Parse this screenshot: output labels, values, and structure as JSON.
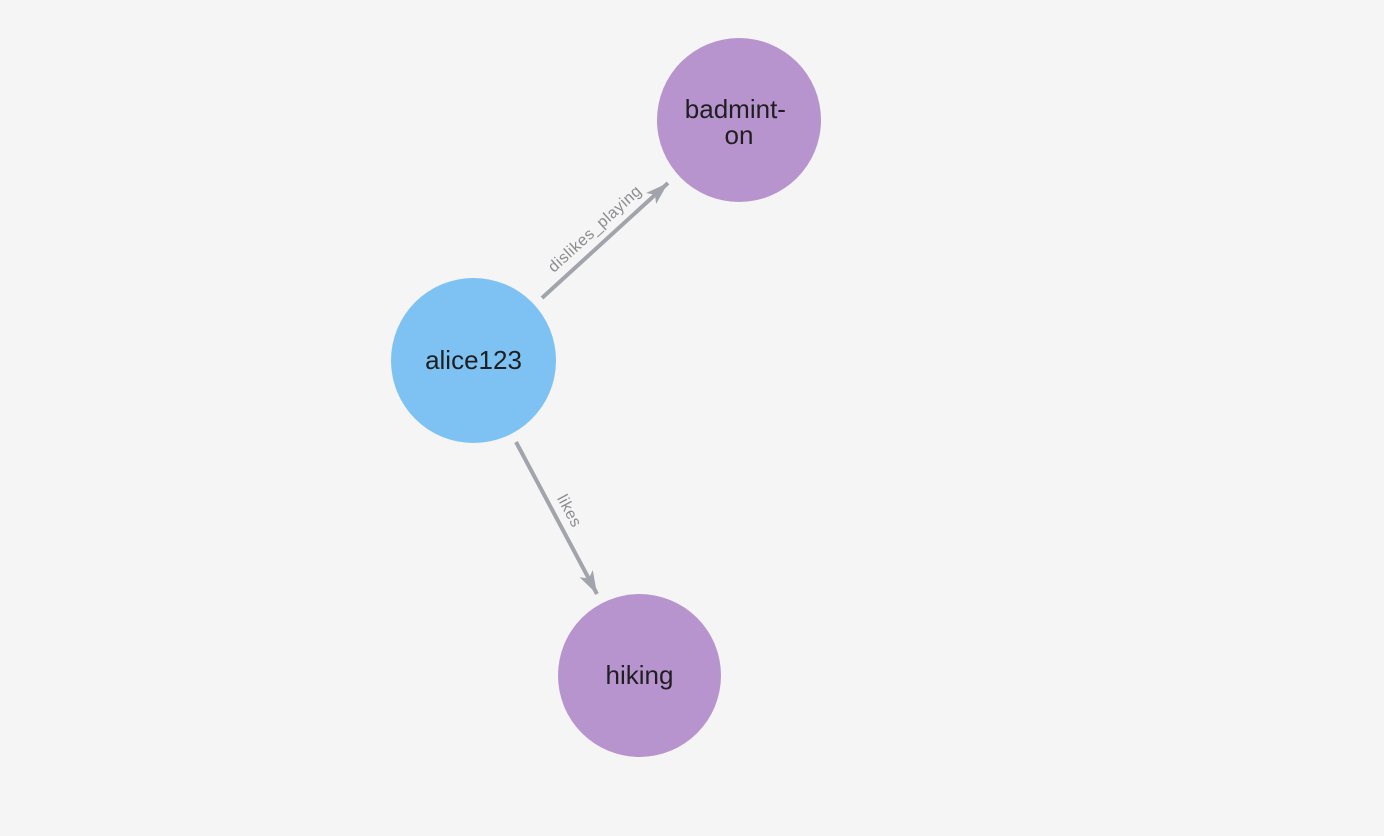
{
  "canvas": {
    "background": "#f4f5f4"
  },
  "graph": {
    "node_label_color": "#1f1f21",
    "edge_color": "#a1a5ab",
    "edge_label_color": "#8c8c90",
    "nodes": [
      {
        "id": "alice123",
        "label": "alice123",
        "color": "#7dc2f2"
      },
      {
        "id": "badminton",
        "label": "badminton",
        "label_lines": [
          "badmint-",
          "on"
        ],
        "color": "#b794ce"
      },
      {
        "id": "hiking",
        "label": "hiking",
        "color": "#b794ce"
      }
    ],
    "edges": [
      {
        "from": "alice123",
        "to": "badminton",
        "label": "dislikes_playing"
      },
      {
        "from": "alice123",
        "to": "hiking",
        "label": "likes"
      }
    ]
  }
}
